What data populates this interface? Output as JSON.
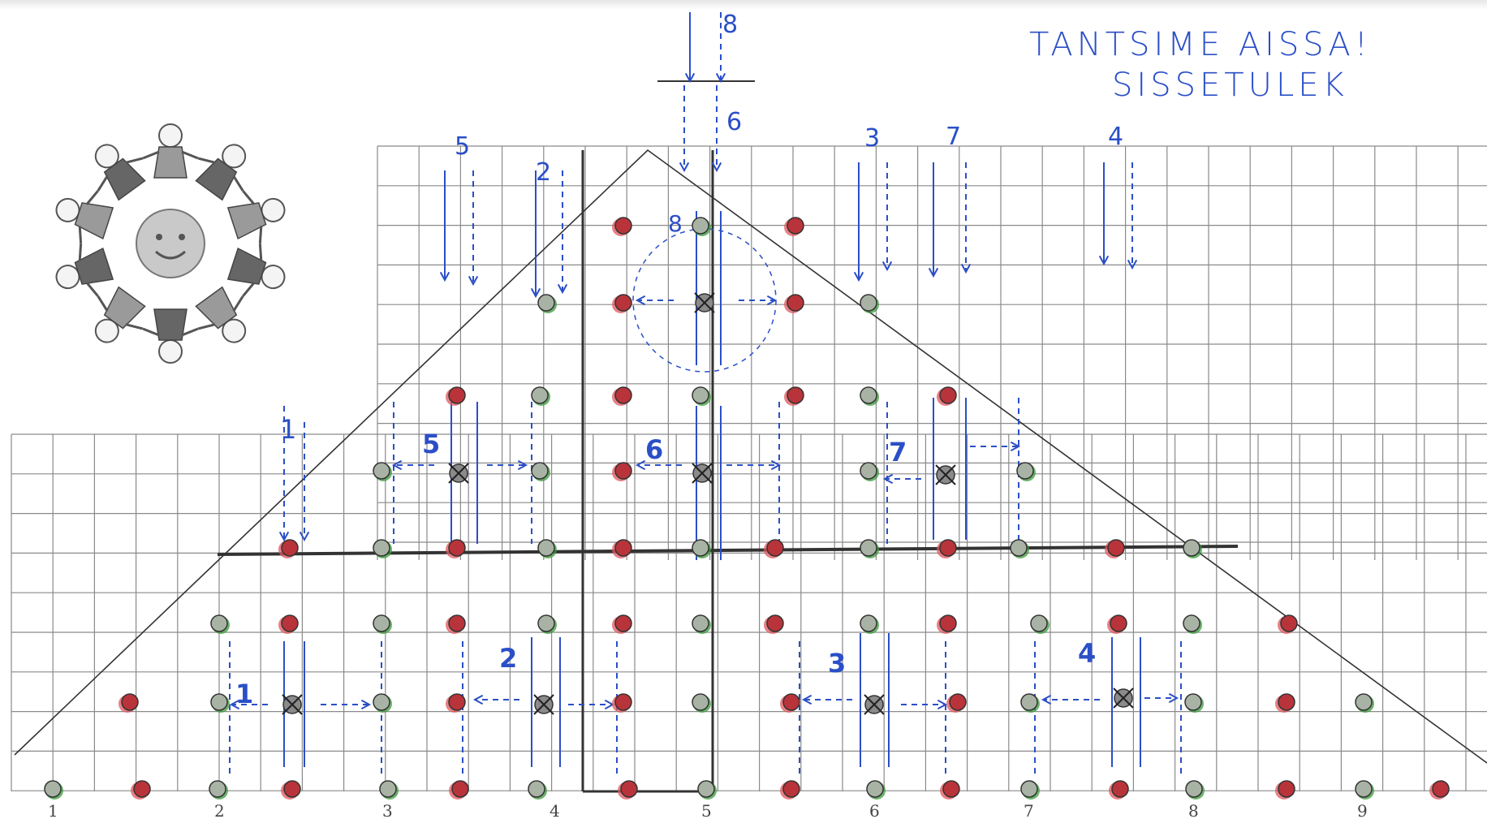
{
  "title": {
    "line1": "TANTSIME AISSA!",
    "line2": "SISSETULEK"
  },
  "colors": {
    "paper": "#ffffff",
    "grid": "#5a5a5a",
    "grid_light": "#8a8a8a",
    "ink_blue": "#2b4fc7",
    "ink_dark_blue": "#1f2f8a",
    "dot_red": "#b8343a",
    "dot_red_ring": "#e0575c",
    "dot_green": "#a9b3a5",
    "dot_green_ring": "#3b9a3b",
    "pencil": "#555555"
  },
  "clipart": {
    "name": "children-circle-clipart",
    "description_icon": "kids-holding-hands-around-sun-icon"
  },
  "x_axis_labels": [
    "1",
    "2",
    "3",
    "4",
    "5",
    "6",
    "7",
    "8",
    "9"
  ],
  "group_labels_top": [
    {
      "id": "5",
      "text": "5"
    },
    {
      "id": "2",
      "text": "2"
    },
    {
      "id": "8",
      "text": "8"
    },
    {
      "id": "6",
      "text": "6"
    },
    {
      "id": "3",
      "text": "3"
    },
    {
      "id": "7",
      "text": "7"
    },
    {
      "id": "4",
      "text": "4"
    }
  ],
  "group_labels_centers": [
    {
      "id": "1",
      "text": "1"
    },
    {
      "id": "2",
      "text": "2"
    },
    {
      "id": "3",
      "text": "3"
    },
    {
      "id": "4",
      "text": "4"
    },
    {
      "id": "5",
      "text": "5"
    },
    {
      "id": "6",
      "text": "6"
    },
    {
      "id": "7",
      "text": "7"
    },
    {
      "id": "8",
      "text": "8"
    },
    {
      "id": "1b",
      "text": "1"
    }
  ]
}
